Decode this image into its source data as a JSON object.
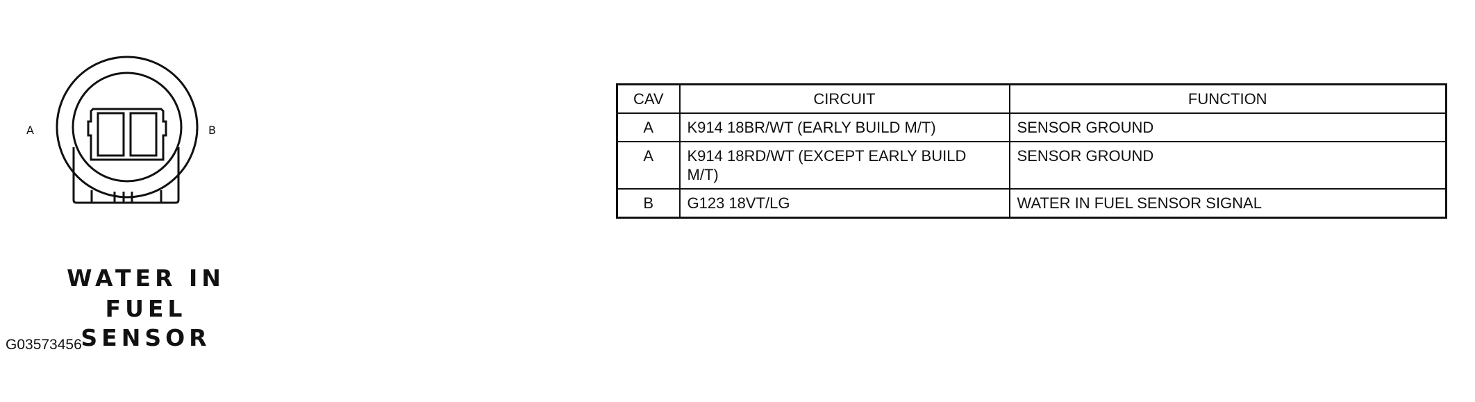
{
  "connector": {
    "pin_a_label": "A",
    "pin_b_label": "B",
    "title_line1": "WATER IN",
    "title_line2": "FUEL SENSOR"
  },
  "figure_id": "G03573456",
  "table": {
    "headers": [
      "CAV",
      "CIRCUIT",
      "FUNCTION"
    ],
    "rows": [
      {
        "cav": "A",
        "circuit": "K914 18BR/WT (EARLY BUILD M/T)",
        "function": "SENSOR GROUND"
      },
      {
        "cav": "A",
        "circuit": "K914 18RD/WT (EXCEPT EARLY BUILD M/T)",
        "function": "SENSOR GROUND"
      },
      {
        "cav": "B",
        "circuit": "G123 18VT/LG",
        "function": "WATER IN FUEL SENSOR SIGNAL"
      }
    ]
  }
}
